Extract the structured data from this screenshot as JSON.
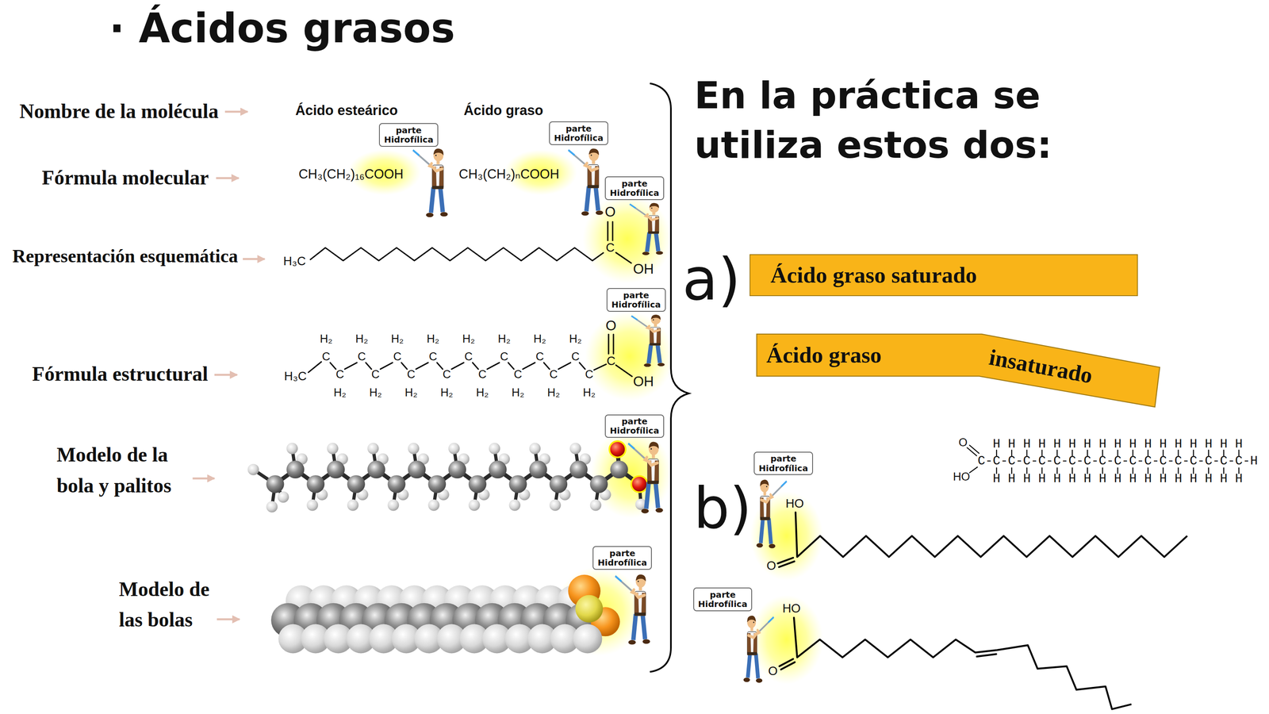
{
  "diagram": {
    "title": "· Ácidos grasos",
    "nodes": [
      {
        "text": [
          "parte Hidrofílica"
        ]
      },
      {
        "text": [
          "parte Hidrofílica"
        ]
      },
      {
        "text": [
          "parte Hidrofílica"
        ]
      },
      {
        "text": [
          "parte Hidrofílica"
        ]
      },
      {
        "text": [
          "parte Hidrofílica"
        ]
      },
      {
        "text": [
          "parte Hidrofílica"
        ]
      },
      {
        "text": [
          "Ácido graso saturado"
        ]
      },
      {
        "text": [
          "Ácido graso",
          "insaturado"
        ]
      },
      {
        "text": [
          "parte Hidrofílica"
        ]
      },
      {
        "text": [
          "parte Hidrofílica"
        ]
      }
    ],
    "labels": [
      "Nombre de la molécula",
      "Fórmula molecular",
      "Representación esquemática",
      "Fórmula estructural",
      "Modelo de la bola y palitos",
      "Modelo de las bolas",
      "Ácido esteárico",
      "Ácido graso",
      "CH₃(CH₂)₁₆COOH",
      "CH₃(CH₂)ₙCOOH",
      "H₃C",
      "O",
      "C",
      "OH",
      "H₃C",
      "H₂",
      "H₂",
      "H₂",
      "H₂",
      "H₂",
      "H₂",
      "H₂",
      "H₂",
      "C",
      "C",
      "C",
      "C",
      "C",
      "C",
      "C",
      "C",
      "C",
      "C",
      "C",
      "C",
      "C",
      "C",
      "C",
      "C",
      "H₂",
      "H₂",
      "H₂",
      "H₂",
      "H₂",
      "H₂",
      "H₂",
      "H₂",
      "O",
      "C",
      "OH",
      "En la práctica se utiliza estos dos:",
      "a)",
      "b)",
      "O",
      "HO",
      "H H H H H H H H H H H H H H H H H",
      "C-C-C-C-C-C-C-C-C-C-C-C-C-C-C-C-C-C-H",
      "H H H H H H H H H H H H H H H H H",
      "HO",
      "O",
      "HO",
      "O"
    ]
  }
}
